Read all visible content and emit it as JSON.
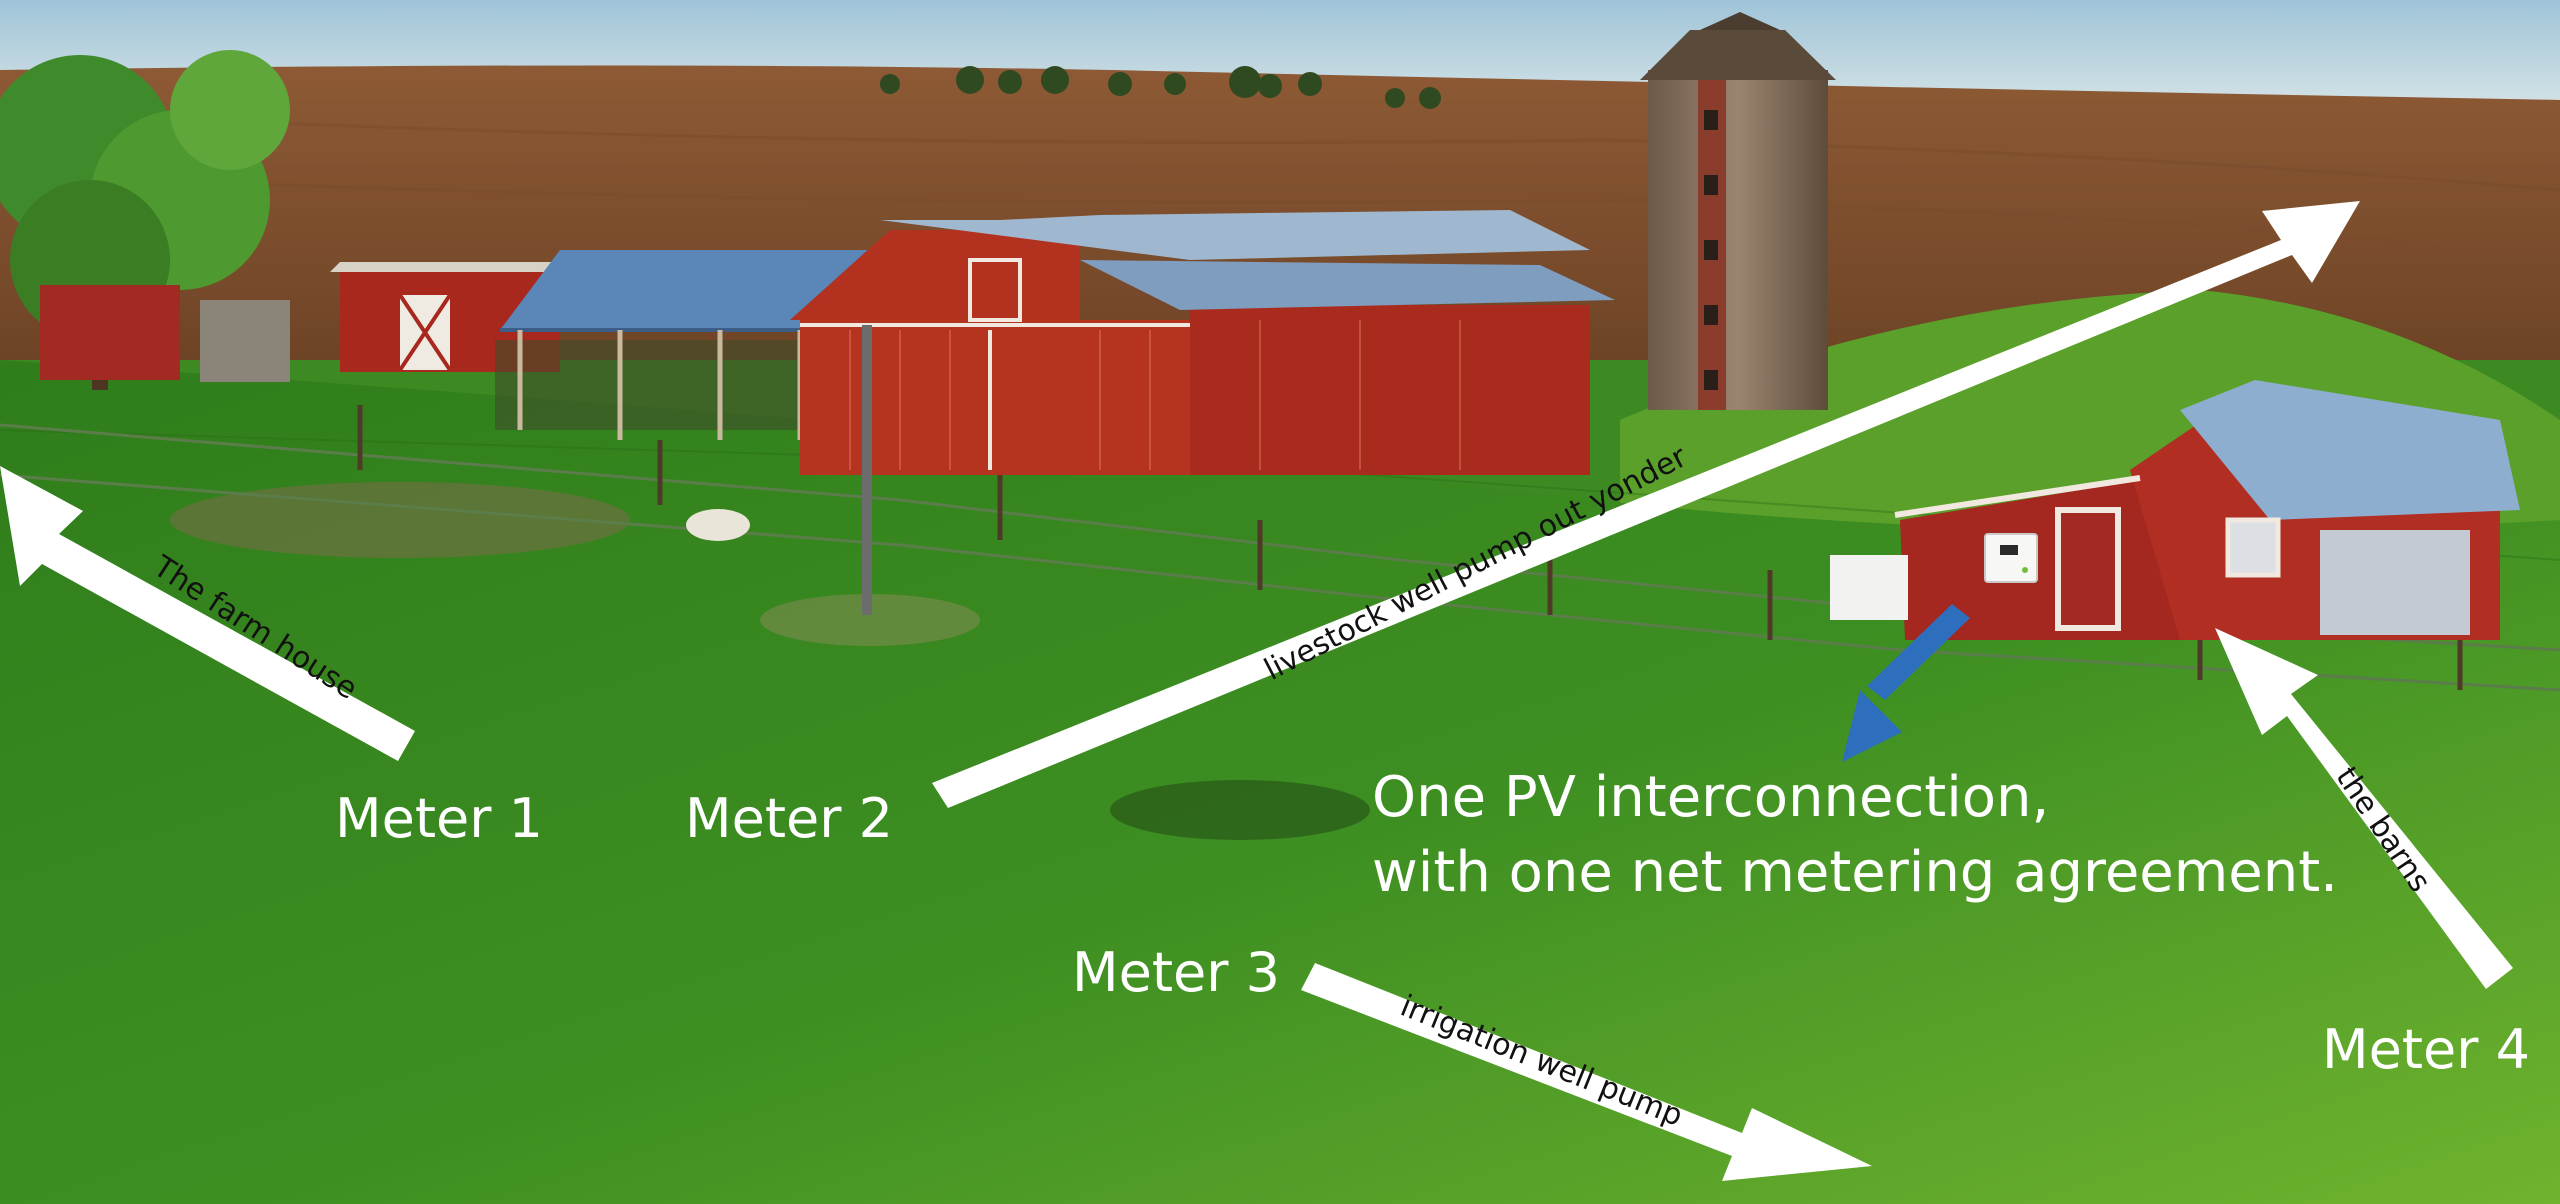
{
  "meters": {
    "meter1": "Meter 1",
    "meter2": "Meter 2",
    "meter3": "Meter 3",
    "meter4": "Meter 4"
  },
  "arrows": {
    "farm_house": "The farm house",
    "livestock": "livestock well pump out yonder",
    "irrigation": "irrigation well pump",
    "barns": "the barns"
  },
  "callout": {
    "line1": "One PV interconnection,",
    "line2": "with one net metering agreement."
  },
  "colors": {
    "arrow_fill": "#ffffff",
    "pv_pointer": "#2e6fbd",
    "barn_red": "#a8281e",
    "grass": "#3d8a22",
    "sky": "#cfe2ea"
  },
  "icons": {
    "inverter": "inverter-icon",
    "pv_pointer": "down-left-arrow-icon"
  }
}
